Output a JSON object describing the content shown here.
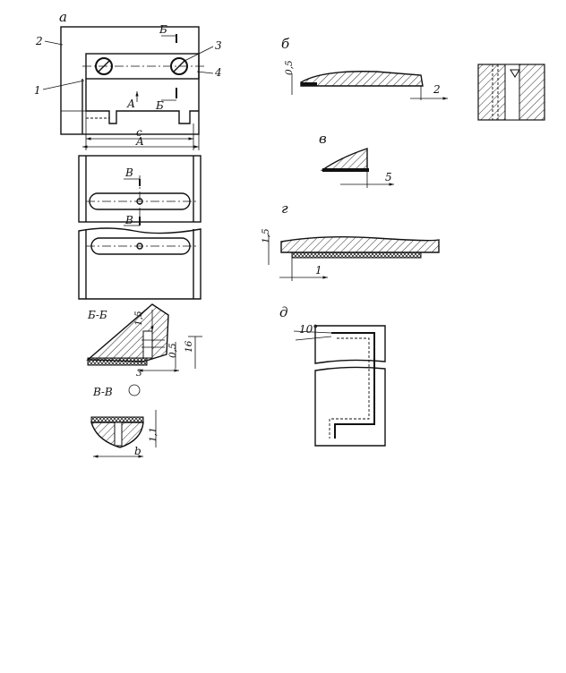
{
  "views": {
    "a": "а",
    "b": "б",
    "v": "в",
    "g": "г",
    "d": "д"
  },
  "callouts": {
    "c1": "1",
    "c2": "2",
    "c3": "3",
    "c4": "4"
  },
  "section_marks": {
    "b_top": "Б",
    "b_bottom": "Б",
    "a_arrow": "А",
    "v_top": "В",
    "v_bottom": "В"
  },
  "section_titles": {
    "bb": "Б-Б",
    "vv": "В-В"
  },
  "dimensions": {
    "c": "c",
    "A": "A",
    "bb_15": "1,5",
    "bb_05": "0,5",
    "bb_16": "16",
    "bb_3": "3",
    "vv_11": "1,1",
    "vv_b": "b",
    "b_05": "0,5",
    "b_2": "2",
    "v_5": "5",
    "g_15": "1,5",
    "g_1": "1",
    "d_10": "10°"
  },
  "colors": {
    "ink": "#111111",
    "paper": "#ffffff"
  }
}
